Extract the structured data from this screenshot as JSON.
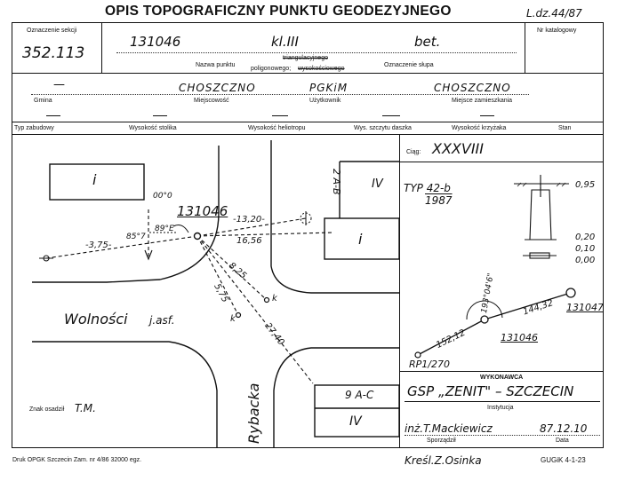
{
  "header": {
    "title": "OPIS TOPOGRAFICZNY PUNKTU GEODEZYJNEGO",
    "ref": "L.dz.44/87"
  },
  "row1": {
    "sekcja_label": "Oznaczenie sekcji",
    "sekcja_value": "352.113",
    "katalog_label": "Nr katalogowy",
    "point_name": "131046",
    "point_class": "kl.III",
    "point_mark": "bet.",
    "name_label": "Nazwa punktu",
    "type_label_struck": "triangulacyjnego",
    "type_label_2a": "poligonowego;",
    "type_label_2b": "wysokościowego",
    "slupa_label": "Oznaczenie słupa"
  },
  "row2": {
    "gmina_value": "—",
    "gmina_label": "Gmina",
    "miejscowosc_value": "CHOSZCZNO",
    "miejscowosc_label": "Miejscowość",
    "uzytkownik_value": "PGKiM",
    "uzytkownik_label": "Użytkownik",
    "zamieszkania_value": "CHOSZCZNO",
    "zamieszkania_label": "Miejsce zamieszkania"
  },
  "row3": {
    "typ_zabudowy": "Typ zabudowy",
    "wys_stolika": "Wysokość stolika",
    "wys_heliotropu": "Wysokość heliotropu",
    "wys_daszka": "Wys. szczytu daszka",
    "wys_krzyzaka": "Wysokość krzyżaka",
    "stan": "Stan"
  },
  "sketch": {
    "point": "131046",
    "house_left": "i",
    "house_right": "i",
    "block_ab": "2 A-B",
    "block_ab_floors": "IV",
    "block_ac": "9 A-C",
    "block_ac_floors": "IV",
    "street1": "Wolności",
    "street1_surface": "j.asf.",
    "street2": "Rybacka",
    "angle_north": "00°0",
    "angle_a": "85°7",
    "angle_b": "89°E",
    "d1": "-13,20-",
    "d2": "-3,75-",
    "d3": "16,56",
    "d4": "8,25",
    "d5": "5,75",
    "d6": "27,40",
    "k1": "k",
    "k2": "k",
    "znak_label": "Znak osadził",
    "znak_value": "T.M."
  },
  "side": {
    "ciag_label": "Ciąg:",
    "ciag_value": "XXXVIII",
    "typ": "TYP 42-b",
    "typ_year": "1987",
    "h1": "0,95",
    "h2": "0,20",
    "h3": "0,10",
    "h4": "0,00",
    "angle": "193°04'6\"",
    "len1": "144,32",
    "len2": "152,12",
    "pt_right": "131047",
    "pt_mid": "131046",
    "pt_left": "RP1/270",
    "wykonawca_label": "WYKONAWCA",
    "instytucja_value": "GSP „ZENIT\" – SZCZECIN",
    "instytucja_label": "Instytucja",
    "sporzadzil_value": "inż.T.Mackiewicz",
    "sporzadzil_date": "87.12.10",
    "sporzadzil_label": "Sporządził",
    "data_label": "Data"
  },
  "footer": {
    "druk": "Druk OPGK Szczecin Zam. nr 4/86  32000 egz.",
    "kreslil": "Kreśl.Z.Osinka",
    "code": "GUGiK 4-1-23"
  }
}
